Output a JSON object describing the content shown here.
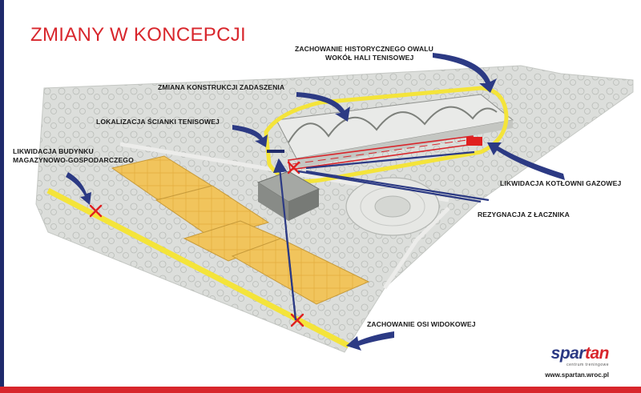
{
  "title": "ZMIANY W KONCEPCJI",
  "labels": {
    "oval_line1": "ZACHOWANIE HISTORYCZNEGO OWALU",
    "oval_line2": "WOKÓŁ HALI TENISOWEJ",
    "roof": "ZMIANA KONSTRUKCJI ZADASZENIA",
    "wall": "LOKALIZACJA ŚCIANKI TENISOWEJ",
    "demolition_line1": "LIKWIDACJA BUDYNKU",
    "demolition_line2": "MAGAZYNOWO-GOSPODARCZEGO",
    "boiler": "LIKWIDACJA KOTŁOWNI GAZOWEJ",
    "connector": "REZYGNACJA Z ŁACZNIKA",
    "axis": "ZACHOWANIE OSI WIDOKOWEJ"
  },
  "brand": {
    "word_a": "spar",
    "word_b": "tan",
    "sub": "centrum treningowe",
    "url": "www.spartan.wroc.pl"
  },
  "colors": {
    "accent_red": "#d8262c",
    "navy": "#2c3a84",
    "yellow": "#f4e43a",
    "court": "#f1c45c"
  }
}
